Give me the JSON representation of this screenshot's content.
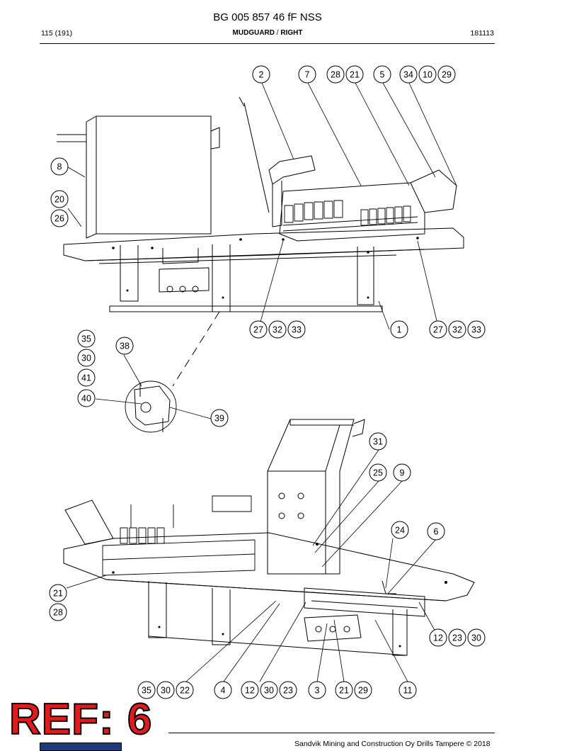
{
  "document": {
    "title": "BG 005 857 46 fF NSS",
    "page_label": "115 (191)",
    "section_main": "MUDGUARD",
    "section_sep": " / ",
    "section_sub": "RIGHT",
    "code": "181113"
  },
  "stamp": {
    "label": "REF: 6",
    "color": "#e01b1b"
  },
  "footer": {
    "text": "Sandvik Mining and Construction Oy Drills Tampere © 2018"
  },
  "callouts": {
    "top": [
      {
        "id": "t2",
        "label": "2"
      },
      {
        "id": "t7",
        "label": "7"
      },
      {
        "id": "t28",
        "label": "28"
      },
      {
        "id": "t21",
        "label": "21"
      },
      {
        "id": "t5",
        "label": "5"
      },
      {
        "id": "t34",
        "label": "34"
      },
      {
        "id": "t10",
        "label": "10"
      },
      {
        "id": "t29",
        "label": "29"
      },
      {
        "id": "t8",
        "label": "8"
      },
      {
        "id": "t20",
        "label": "20"
      },
      {
        "id": "t26",
        "label": "26"
      },
      {
        "id": "t27a",
        "label": "27"
      },
      {
        "id": "t32a",
        "label": "32"
      },
      {
        "id": "t33a",
        "label": "33"
      },
      {
        "id": "t1",
        "label": "1"
      },
      {
        "id": "t27b",
        "label": "27"
      },
      {
        "id": "t32b",
        "label": "32"
      },
      {
        "id": "t33b",
        "label": "33"
      }
    ],
    "detail": [
      {
        "id": "d35",
        "label": "35"
      },
      {
        "id": "d38",
        "label": "38"
      },
      {
        "id": "d30",
        "label": "30"
      },
      {
        "id": "d41",
        "label": "41"
      },
      {
        "id": "d40",
        "label": "40"
      },
      {
        "id": "d39",
        "label": "39"
      }
    ],
    "bottom": [
      {
        "id": "b31",
        "label": "31"
      },
      {
        "id": "b25",
        "label": "25"
      },
      {
        "id": "b9",
        "label": "9"
      },
      {
        "id": "b24",
        "label": "24"
      },
      {
        "id": "b6",
        "label": "6"
      },
      {
        "id": "b21a",
        "label": "21"
      },
      {
        "id": "b28",
        "label": "28"
      },
      {
        "id": "b12a",
        "label": "12"
      },
      {
        "id": "b23a",
        "label": "23"
      },
      {
        "id": "b30a",
        "label": "30"
      },
      {
        "id": "b35",
        "label": "35"
      },
      {
        "id": "b30b",
        "label": "30"
      },
      {
        "id": "b22",
        "label": "22"
      },
      {
        "id": "b4",
        "label": "4"
      },
      {
        "id": "b12b",
        "label": "12"
      },
      {
        "id": "b30c",
        "label": "30"
      },
      {
        "id": "b23b",
        "label": "23"
      },
      {
        "id": "b3",
        "label": "3"
      },
      {
        "id": "b21b",
        "label": "21"
      },
      {
        "id": "b29",
        "label": "29"
      },
      {
        "id": "b11",
        "label": "11"
      }
    ]
  }
}
